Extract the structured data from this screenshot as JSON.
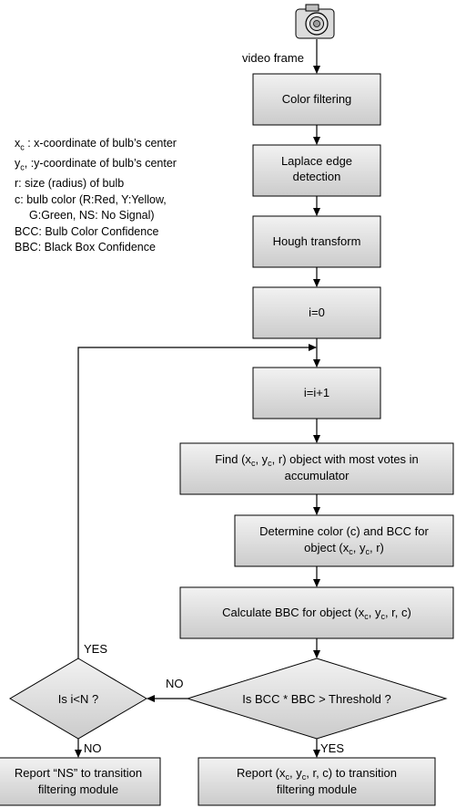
{
  "input_label": "video frame",
  "steps": {
    "color_filtering": "Color filtering",
    "laplace_1": "Laplace edge",
    "laplace_2": "detection",
    "hough": "Hough transform",
    "init": "i=0",
    "increment": "i=i+1",
    "find_1_pre": "Find (x",
    "find_1_c1": "c",
    "find_1_mid": ", y",
    "find_1_c2": "c",
    "find_1_post": ", r) object with most votes in",
    "find_2": "accumulator",
    "determine_1": "Determine color (c) and BCC  for",
    "determine_2_pre": "object (x",
    "determine_2_c1": "c",
    "determine_2_mid": ", y",
    "determine_2_c2": "c",
    "determine_2_post": ", r)",
    "calc_pre": "Calculate BBC for object (x",
    "calc_c1": "c",
    "calc_mid": ", y",
    "calc_c2": "c",
    "calc_post": ", r, c)"
  },
  "decisions": {
    "threshold": "Is BCC * BBC > Threshold ?",
    "loop": "Is i<N ?"
  },
  "edge_labels": {
    "yes_loop": "YES",
    "no_threshold": "NO",
    "no_loop": "NO",
    "yes_threshold": "YES"
  },
  "outputs": {
    "report_ns_1": "Report “NS” to transition",
    "report_ns_2": "filtering module",
    "report_obj_1_pre": "Report (x",
    "report_obj_1_c1": "c",
    "report_obj_1_mid": ", y",
    "report_obj_1_c2": "c",
    "report_obj_1_post": ", r, c) to transition",
    "report_obj_2": "filtering module"
  },
  "legend": {
    "xc_var": "x",
    "xc_sub": "c",
    "xc_desc": " : x-coordinate of bulb’s center",
    "yc_var": "y",
    "yc_sub": "c",
    "yc_desc": ", :y-coordinate of bulb’s center",
    "r": "r: size (radius) of bulb",
    "c_1": "c: bulb color (R:Red, Y:Yellow,",
    "c_2": "G:Green, NS: No Signal)",
    "bcc": "BCC: Bulb Color Confidence",
    "bbc": "BBC: Black Box Confidence"
  },
  "colors": {
    "box_light": "#f2f2f2",
    "box_dark": "#c9c9c9",
    "stroke": "#000000"
  }
}
